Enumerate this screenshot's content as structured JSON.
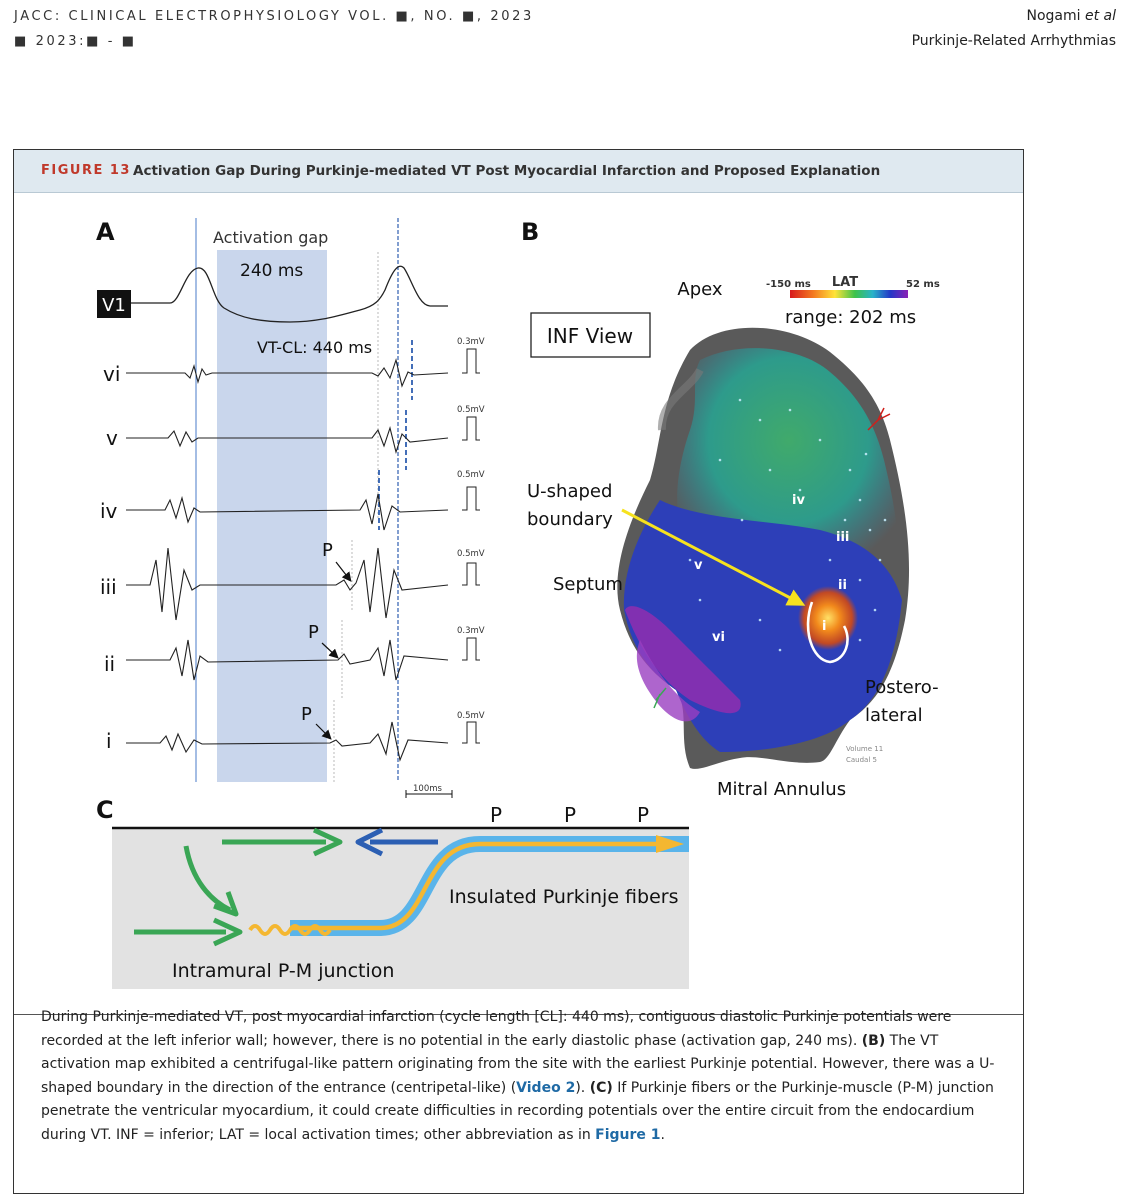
{
  "header": {
    "journal": "JACC: CLINICAL ELECTROPHYSIOLOGY VOL. ■, NO. ■, 2023",
    "pages": "■ 2023:■ - ■",
    "author_name": "Nogami ",
    "author_etal": "et al",
    "running_title": "Purkinje-Related Arrhythmias"
  },
  "figure": {
    "label": "FIGURE 13",
    "title": "Activation Gap During Purkinje-mediated VT Post Myocardial Infarction and Proposed Explanation",
    "panel_a": {
      "letter": "A",
      "gap_label": "Activation gap",
      "gap_value": "240 ms",
      "cycle_label": "VT-CL: 440 ms",
      "scale_bar": "100ms",
      "p_label": "P",
      "leads": [
        {
          "name": "V1",
          "scale": ""
        },
        {
          "name": "vi",
          "scale": "0.3mV"
        },
        {
          "name": "v",
          "scale": "0.5mV"
        },
        {
          "name": "iv",
          "scale": "0.5mV"
        },
        {
          "name": "iii",
          "scale": "0.5mV"
        },
        {
          "name": "ii",
          "scale": "0.3mV"
        },
        {
          "name": "i",
          "scale": "0.5mV"
        }
      ]
    },
    "panel_b": {
      "letter": "B",
      "view": "INF View",
      "apex": "Apex",
      "lat_min": "-150 ms",
      "lat_title": "LAT",
      "lat_max": "52 ms",
      "range": "range: 202 ms",
      "u_boundary_1": "U-shaped",
      "u_boundary_2": "boundary",
      "septum": "Septum",
      "posterolateral_1": "Postero-",
      "posterolateral_2": "lateral",
      "mitral": "Mitral Annulus",
      "volume": "Volume 11",
      "caudal": "Caudal 5",
      "site_labels": [
        "iv",
        "iii",
        "ii",
        "i",
        "v",
        "vi"
      ]
    },
    "panel_c": {
      "letter": "C",
      "p_marks": [
        "P",
        "P",
        "P"
      ],
      "insulated": "Insulated Purkinje fibers",
      "junction": "Intramural P-M junction"
    },
    "caption": {
      "part1": "During Purkinje-mediated VT, post myocardial infarction (cycle length [CL]: 440 ms), contiguous diastolic Purkinje potentials were recorded at the left inferior wall; however, there is no potential in the early diastolic phase (activation gap, 240 ms). ",
      "b_tag": "(B)",
      "part2": " The VT activation map exhibited a centrifugal-like pattern originating from the site with the earliest Purkinje potential. However, there was a U-shaped boundary in the direction of the entrance (centripetal-like) (",
      "video": "Video 2",
      "part3": "). ",
      "c_tag": "(C)",
      "part4": " If Purkinje fibers or the Purkinje-muscle (P-M) junction penetrate the ventricular myocardium, it could create difficulties in recording potentials over the entire circuit from the endocardium during VT. INF = inferior; LAT = local activation times; other abbreviation as in ",
      "fig_ref": "Figure 1",
      "part5": "."
    }
  },
  "colors": {
    "figure_label": "#c0392b",
    "titlebar_bg": "#dfe9f0",
    "gap_band": "#c9d6ec",
    "green_arrow": "#3aa655",
    "blue_arrow": "#2c5fb3",
    "fiber_blue": "#5ab4ea",
    "fiber_yellow": "#f4b731",
    "link": "#1f6aa5"
  }
}
